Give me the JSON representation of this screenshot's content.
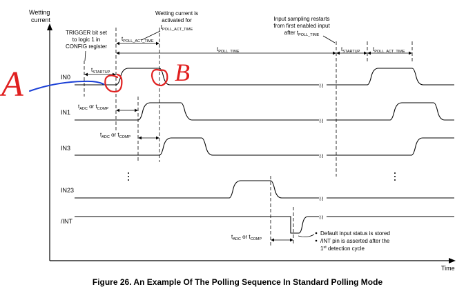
{
  "axes": {
    "y_label_line1": "Wetting",
    "y_label_line2": "current",
    "x_label": "Time"
  },
  "signals": {
    "in0": "IN0",
    "in1": "IN1",
    "in3": "IN3",
    "in23": "IN23",
    "int": "/INT"
  },
  "annotations": {
    "trigger": [
      "TRIGGER bit set",
      "to logic 1 in",
      "CONFIG register"
    ],
    "wetting": [
      "Wetting current is",
      "activated for"
    ],
    "wetting_sub": "POLL_ACT_TIME",
    "restart": [
      "Input sampling restarts",
      "from first enabled input"
    ],
    "restart_after": "after t",
    "default_status": [
      "Default input status is stored",
      "/INT pin is asserted after the"
    ],
    "detection_cycle": "detection cycle",
    "first_sup": "st",
    "first_num": "1"
  },
  "timing": {
    "t": "t",
    "startup": "STARTUP",
    "poll_act_time": "POLL_ACT_TIME",
    "poll_time": "POLL_TIME",
    "adc": "ADC",
    "or_t": " or t",
    "comp": "COMP"
  },
  "handwriting": {
    "label_a": "A",
    "label_b": "B"
  },
  "caption": "Figure 26.  An Example Of The Polling Sequence In Standard Polling Mode"
}
